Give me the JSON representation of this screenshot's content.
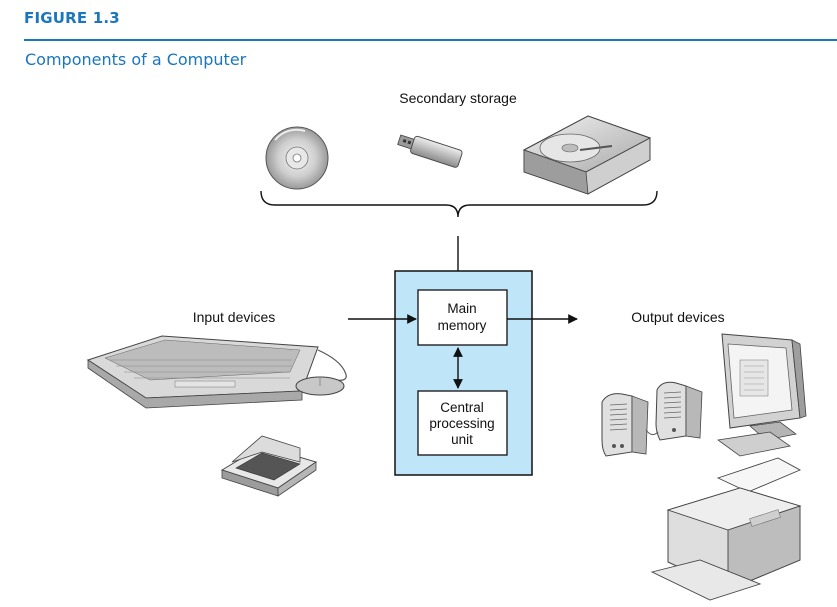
{
  "figure": {
    "number": "FIGURE 1.3",
    "title": "Components of a Computer"
  },
  "diagram": {
    "secondary_storage_label": "Secondary storage",
    "input_devices_label": "Input devices",
    "output_devices_label": "Output devices",
    "main_memory_line1": "Main",
    "main_memory_line2": "memory",
    "cpu_line1": "Central",
    "cpu_line2": "processing",
    "cpu_line3": "unit",
    "storage_icons": [
      "cd-disc-icon",
      "usb-flash-drive-icon",
      "hard-drive-icon"
    ],
    "input_icons": [
      "keyboard-icon",
      "mouse-icon",
      "scanner-icon"
    ],
    "output_icons": [
      "monitor-icon",
      "speakers-icon",
      "printer-icon"
    ]
  },
  "colors": {
    "accent": "#1a76bd",
    "computer_box_fill": "#bfe6f8",
    "computer_box_stroke": "#111111"
  }
}
